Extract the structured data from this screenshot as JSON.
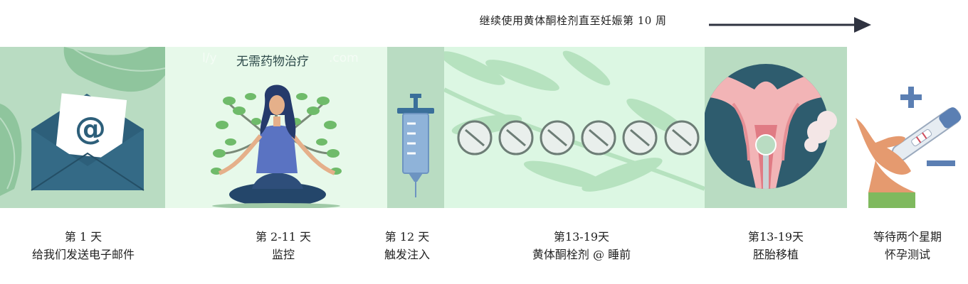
{
  "top_note": "继续使用黄体酮栓剂直至妊娠第 10 周",
  "panel_caption": "无需药物治疗",
  "icons": [
    "leaf-icon",
    "envelope-icon",
    "at-sign-icon",
    "meditating-woman-icon",
    "tree-icon",
    "syringe-icon",
    "pill-icon",
    "branch-icon",
    "uterus-icon",
    "embryo-icon",
    "hand-icon",
    "pregnancy-test-icon",
    "plus-icon",
    "minus-icon",
    "arrow-right-icon"
  ],
  "colors": {
    "band": "#dff8e6",
    "panel_dark": "#b9dcc2",
    "envelope": "#2d5f7a",
    "arrow": "#2f3340"
  },
  "steps": [
    {
      "day": "第 1 天",
      "desc": "给我们发送电子邮件"
    },
    {
      "day": "第 2-11 天",
      "desc": "监控"
    },
    {
      "day": "第 12 天",
      "desc": "触发注入"
    },
    {
      "day": "第13-19天",
      "desc": "黄体酮栓剂 @ 睡前"
    },
    {
      "day": "第13-19天",
      "desc": "胚胎移植"
    },
    {
      "day": "等待两个星期",
      "desc": "怀孕测试"
    }
  ]
}
